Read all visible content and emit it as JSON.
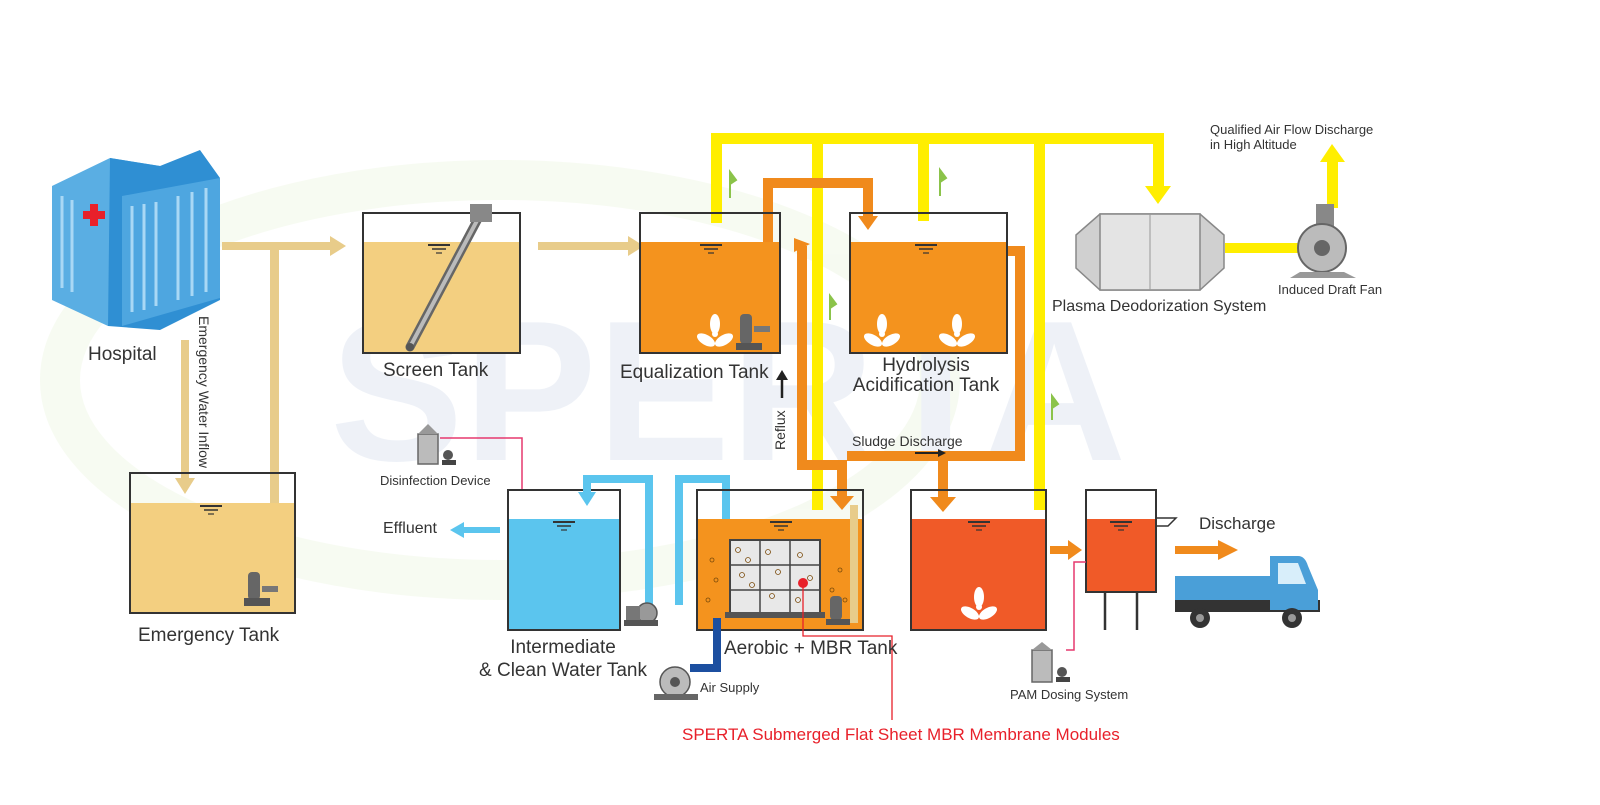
{
  "watermark": "SPERTA",
  "labels": {
    "hospital": "Hospital",
    "emergency_water_inflow": "Emergency Water Inflow",
    "emergency_tank": "Emergency Tank",
    "screen_tank": "Screen Tank",
    "equalization_tank": "Equalization Tank",
    "hydrolysis_line1": "Hydrolysis",
    "hydrolysis_line2": "Acidification Tank",
    "plasma_system": "Plasma Deodorization System",
    "induced_fan": "Induced Draft Fan",
    "air_discharge_line1": "Qualified Air Flow Discharge",
    "air_discharge_line2": "in High Altitude",
    "reflux": "Reflux",
    "sludge_discharge": "Sludge Discharge",
    "disinfection_device": "Disinfection Device",
    "effluent": "Effluent",
    "intermediate_line1": "Intermediate",
    "intermediate_line2": "& Clean Water Tank",
    "aerobic_mbr": "Aerobic + MBR Tank",
    "air_supply": "Air Supply",
    "pam_dosing": "PAM Dosing System",
    "discharge": "Discharge",
    "mbr_callout": "SPERTA Submerged Flat Sheet MBR Membrane Modules"
  },
  "colors": {
    "raw_water": "#f3cf80",
    "pipe_beige": "#e8cc8a",
    "orange_water": "#f4931e",
    "orange_pipe": "#f08a1c",
    "red_water": "#f05a28",
    "clean_water": "#5bc5ee",
    "clean_pipe": "#5bc5ee",
    "air_pipe": "#ffee00",
    "air_supply_pipe": "#1c4fa0",
    "callout_red": "#e8202a",
    "truck_blue": "#4a9fd8"
  }
}
